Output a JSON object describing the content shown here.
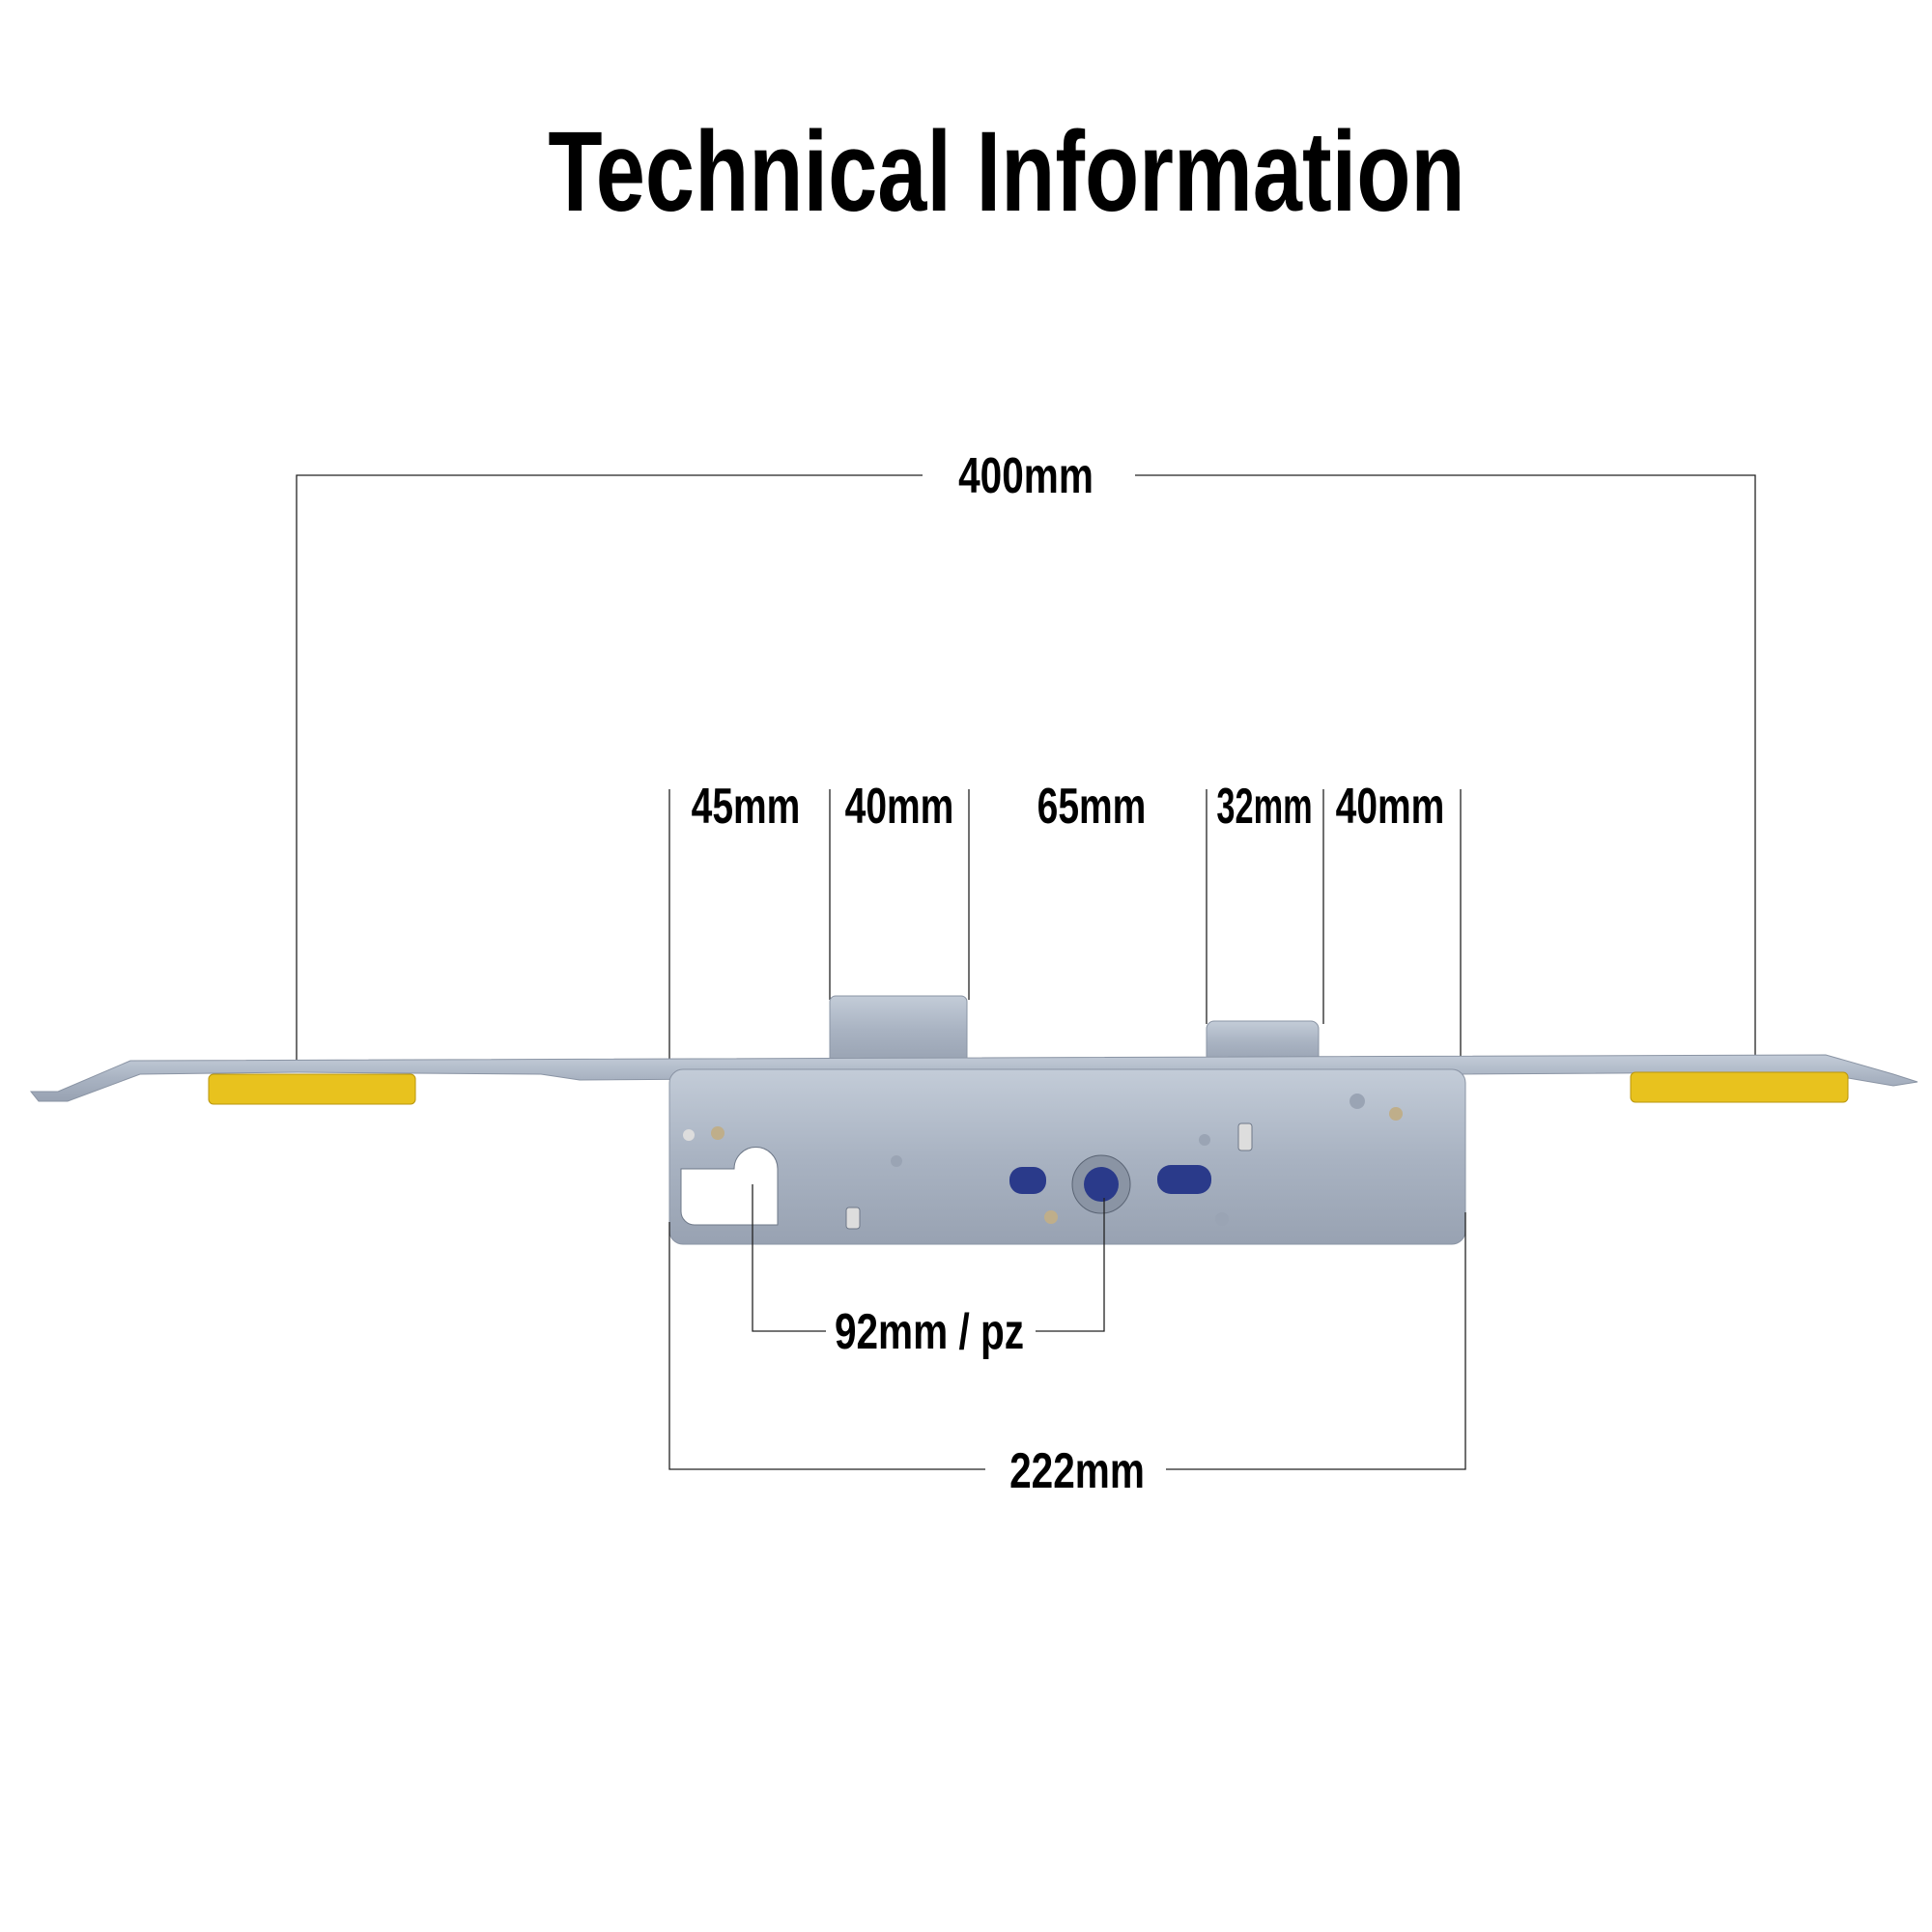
{
  "title": "Technical Information",
  "dimensions": {
    "overall": "400mm",
    "segments": [
      "45mm",
      "40mm",
      "65mm",
      "32mm",
      "40mm"
    ],
    "centres": "92mm / pz",
    "case_length": "222mm"
  },
  "colors": {
    "steel": "#aab4c4",
    "steel_dark": "#7e8898",
    "roller": "#e8c21e",
    "hole": "#2a3a8a"
  }
}
